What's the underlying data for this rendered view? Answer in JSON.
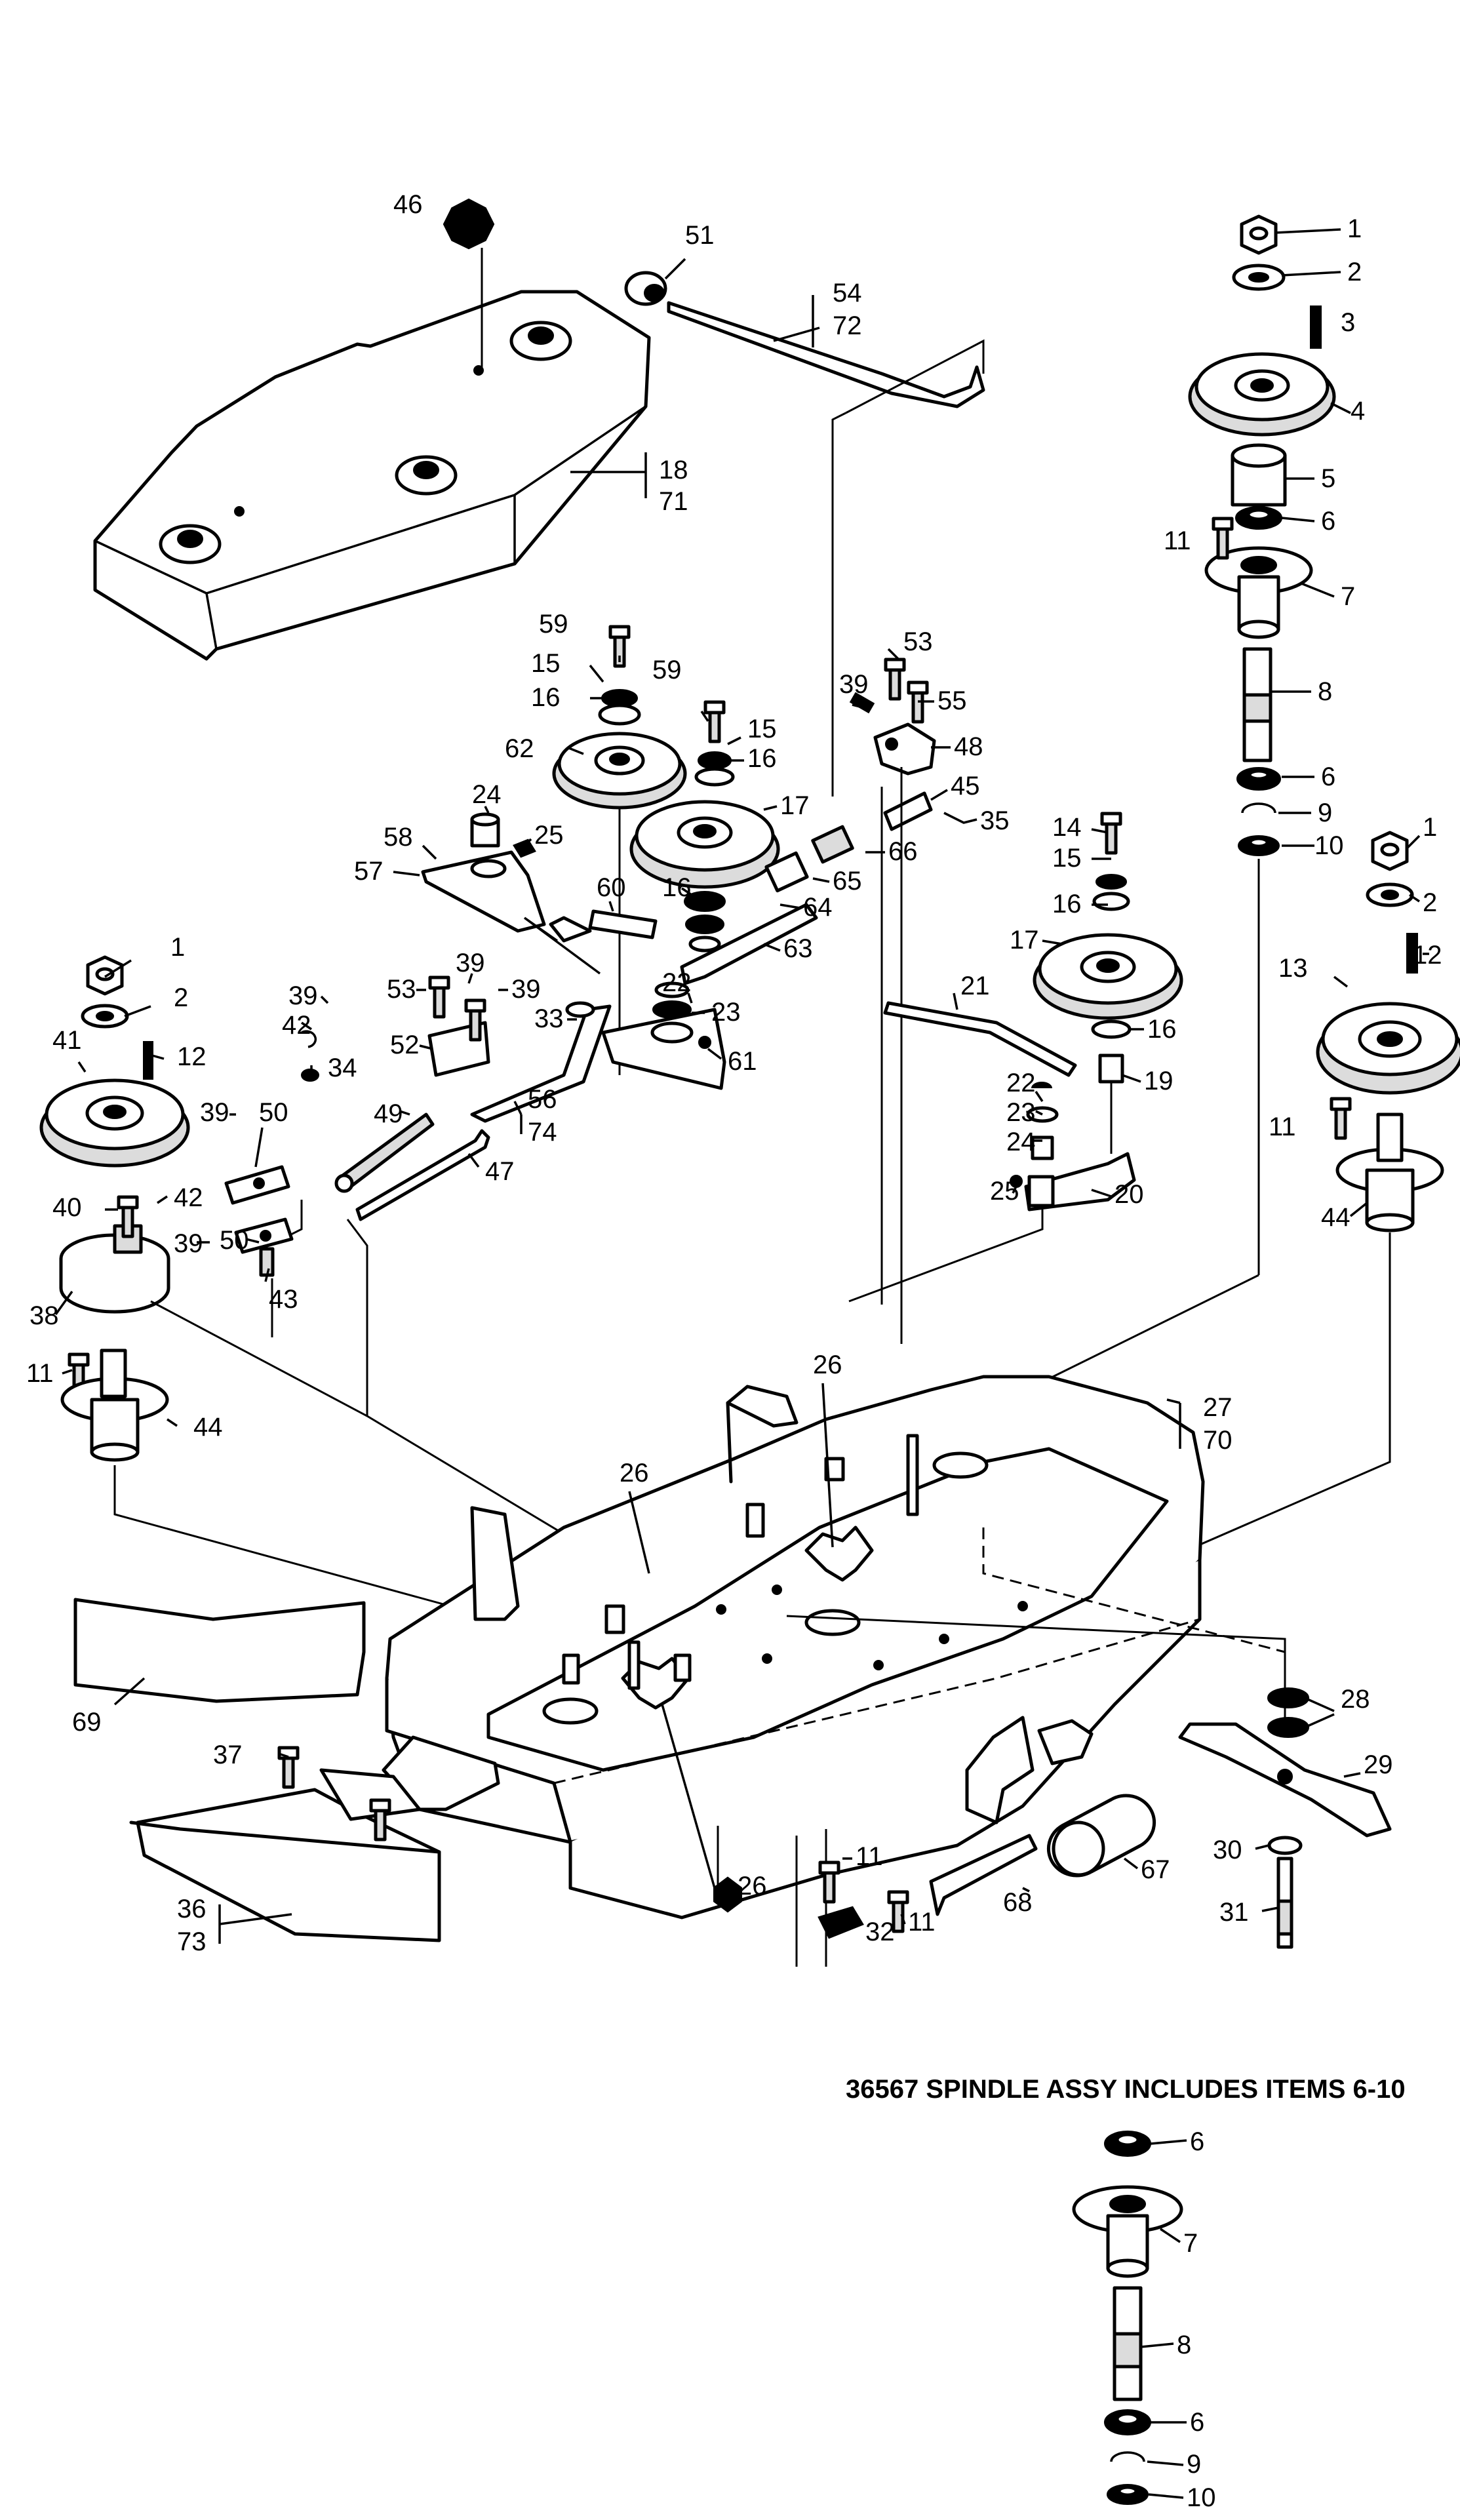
{
  "caption": "36567 SPINDLE ASSY INCLUDES ITEMS 6-10",
  "colors": {
    "ink": "#000000",
    "paper": "#ffffff"
  },
  "callouts": {
    "c1a": "1",
    "c2a": "2",
    "c3": "3",
    "c4": "4",
    "c5": "5",
    "c6a": "6",
    "c11a": "11",
    "c7a": "7",
    "c8a": "8",
    "c6b": "6",
    "c9a": "9",
    "c10a": "10",
    "c1b": "1",
    "c2b": "2",
    "c12b": "12",
    "c13": "13",
    "c11b": "11",
    "c44b": "44",
    "c46": "46",
    "c51": "51",
    "c54": "54",
    "c72": "72",
    "c18": "18",
    "c71": "71",
    "c59a": "59",
    "c15a": "15",
    "c16a": "16",
    "c62": "62",
    "c59b": "59",
    "c15b": "15",
    "c16b": "16",
    "c17a": "17",
    "c39a": "39",
    "c53a": "53",
    "c55": "55",
    "c48": "48",
    "c45": "45",
    "c35": "35",
    "c66": "66",
    "c65": "65",
    "c64": "64",
    "c63": "63",
    "c16c": "16",
    "c24a": "24",
    "c25a": "25",
    "c58": "58",
    "c57": "57",
    "c60": "60",
    "c14": "14",
    "c15c": "15",
    "c16d": "16",
    "c17b": "17",
    "c16e": "16",
    "c19": "19",
    "c21": "21",
    "c22a": "22",
    "c23a": "23",
    "c61": "61",
    "c33": "33",
    "c39b": "39",
    "c39c": "39",
    "c53b": "53",
    "c52": "52",
    "c56": "56",
    "c74": "74",
    "c39d": "39",
    "c42a": "42",
    "c34": "34",
    "c49": "49",
    "c47": "47",
    "c22b": "22",
    "c23b": "23",
    "c24b": "24",
    "c25b": "25",
    "c20": "20",
    "c1c": "1",
    "c2c": "2",
    "c12c": "12",
    "c41": "41",
    "c39e": "39",
    "c50a": "50",
    "c42b": "42",
    "c40": "40",
    "c50b": "50",
    "c39f": "39",
    "c43": "43",
    "c38": "38",
    "c11c": "11",
    "c44c": "44",
    "c26a": "26",
    "c27": "27",
    "c70": "70",
    "c26b": "26",
    "c69": "69",
    "c28": "28",
    "c29": "29",
    "c30": "30",
    "c31": "31",
    "c37": "37",
    "c36": "36",
    "c73": "73",
    "c26c": "26",
    "c11d": "11",
    "c32": "32",
    "c11e": "11",
    "c68": "68",
    "c67": "67",
    "c6d": "6",
    "c7d": "7",
    "c8d": "8",
    "c6e": "6",
    "c9d": "9",
    "c10d": "10"
  }
}
